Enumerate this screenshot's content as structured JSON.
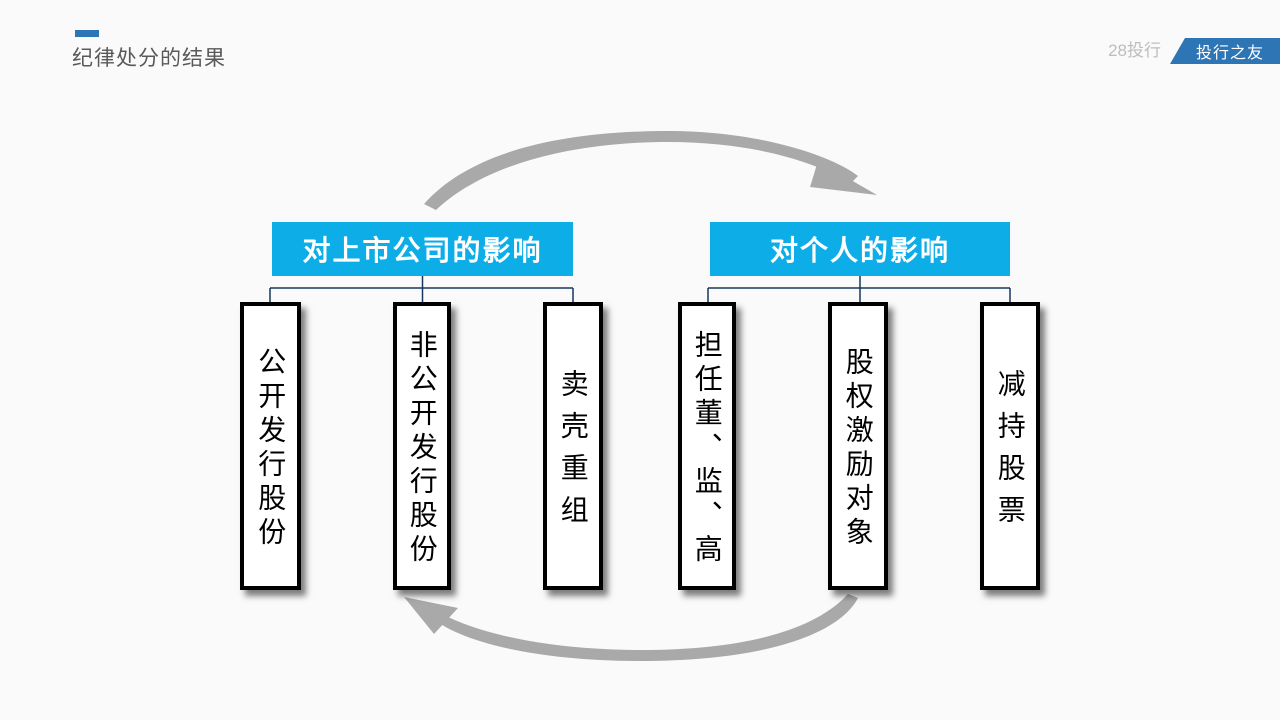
{
  "slide": {
    "title": "纪律处分的结果",
    "brand": {
      "prefix": "28投行",
      "badge": "投行之友"
    }
  },
  "colors": {
    "accent_blue": "#2e75b6",
    "header_cyan": "#0daee8",
    "connector_navy": "#17375e",
    "arc_gray": "#a9a9a9",
    "title_gray": "#595959",
    "box_border": "#000000"
  },
  "diagram": {
    "groups": [
      {
        "header": "对上市公司的影响",
        "items": [
          {
            "label": "公开发行股份"
          },
          {
            "label": "非公开发行股份"
          },
          {
            "label": "卖壳重组"
          }
        ]
      },
      {
        "header": "对个人的影响",
        "items": [
          {
            "label": "担任董、监、高"
          },
          {
            "label": "股权激励对象"
          },
          {
            "label": "减持股票"
          }
        ]
      }
    ],
    "cycle_arrows": [
      {
        "name": "top-arc",
        "direction": "left-to-right"
      },
      {
        "name": "bottom-arc",
        "direction": "right-to-left"
      }
    ]
  }
}
